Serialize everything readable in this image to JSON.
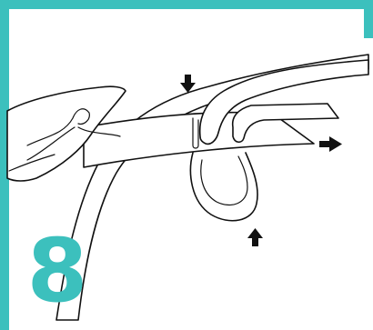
{
  "step": {
    "number": "8"
  },
  "colors": {
    "accent": "#3cc0bd",
    "ink": "#111111",
    "background": "#ffffff"
  },
  "arrows": [
    {
      "name": "down-arrow",
      "direction": "down"
    },
    {
      "name": "right-arrow",
      "direction": "right"
    },
    {
      "name": "up-arrow",
      "direction": "up"
    }
  ]
}
